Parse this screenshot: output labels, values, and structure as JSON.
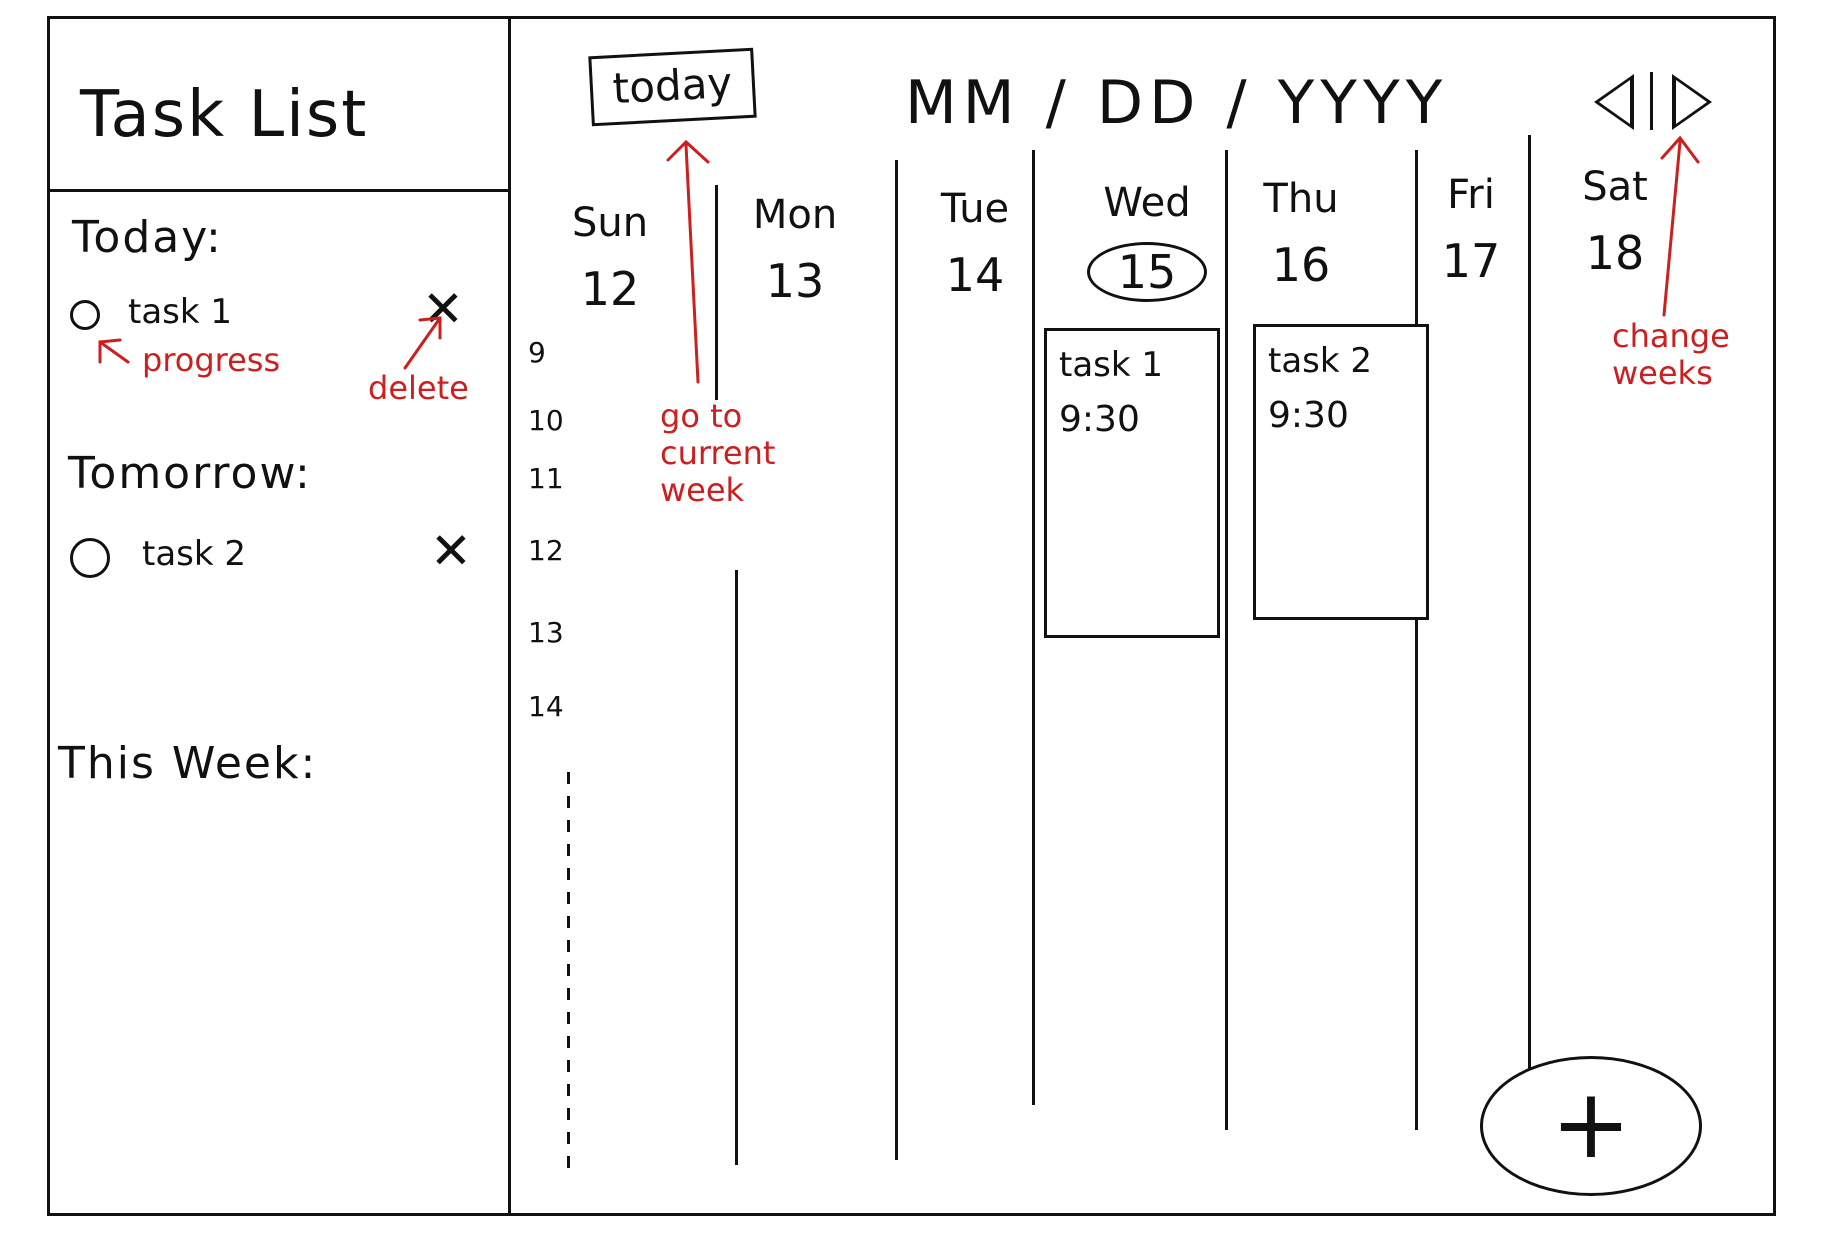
{
  "sidebar": {
    "title": "Task List",
    "sections": {
      "today": {
        "label": "Today:",
        "tasks": [
          {
            "name": "task 1",
            "delete_glyph": "✕"
          }
        ]
      },
      "tomorrow": {
        "label": "Tomorrow:",
        "tasks": [
          {
            "name": "task 2",
            "delete_glyph": "✕"
          }
        ]
      },
      "this_week": {
        "label": "This Week:"
      }
    }
  },
  "annotations": {
    "progress": "progress",
    "delete": "delete",
    "go_to_current_week": [
      "go to",
      "current",
      "week"
    ],
    "change_weeks": [
      "change",
      "weeks"
    ]
  },
  "header": {
    "today_button": "today",
    "date_format": "MM / DD / YYYY",
    "prev_icon": "triangle-left-icon",
    "next_icon": "triangle-right-icon"
  },
  "week": {
    "days": [
      {
        "name": "Sun",
        "num": "12"
      },
      {
        "name": "Mon",
        "num": "13"
      },
      {
        "name": "Tue",
        "num": "14"
      },
      {
        "name": "Wed",
        "num": "15",
        "today": true
      },
      {
        "name": "Thu",
        "num": "16"
      },
      {
        "name": "Fri",
        "num": "17"
      },
      {
        "name": "Sat",
        "num": "18"
      }
    ],
    "hours": [
      "9",
      "10",
      "11",
      "12",
      "13",
      "14"
    ]
  },
  "events": [
    {
      "name": "task 1",
      "time": "9:30",
      "day": "Wed"
    },
    {
      "name": "task 2",
      "time": "9:30",
      "day": "Thu"
    }
  ],
  "add_button": "+",
  "colors": {
    "ink": "#111111",
    "annotation": "#cc1f1f"
  }
}
